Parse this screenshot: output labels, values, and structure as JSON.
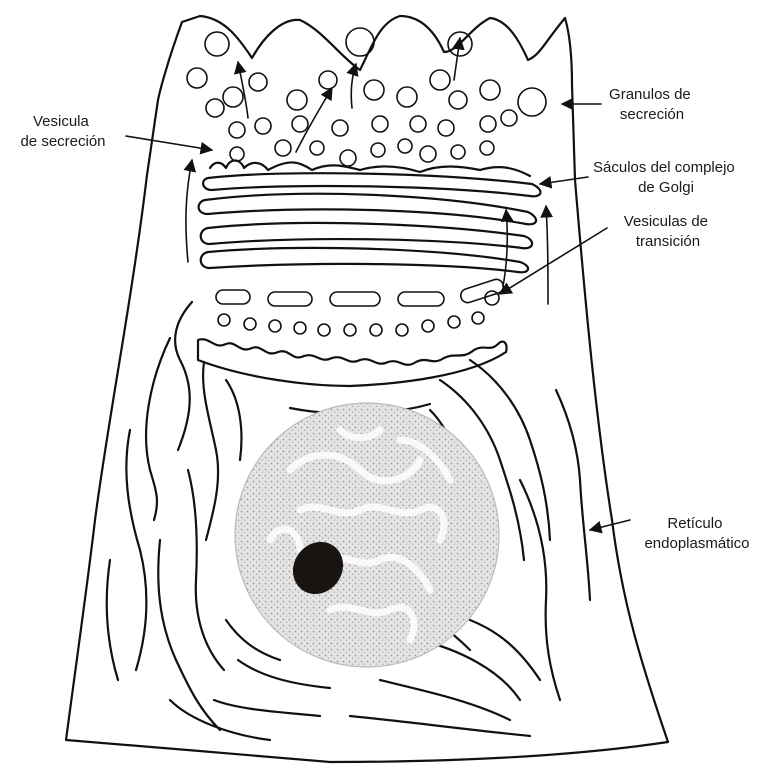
{
  "labels": {
    "granulos": [
      "Granulos de",
      "secreción"
    ],
    "vesicula": [
      "Vesicula",
      "de secreción"
    ],
    "saculos": [
      "Sáculos del complejo",
      "de Golgi"
    ],
    "transicion": [
      "Vesiculas de",
      "transición"
    ],
    "reticulo": [
      "Retículo",
      "endoplasmático"
    ]
  },
  "colors": {
    "ink": "#111111",
    "nucleus_fill": "#cfcfcf",
    "nucleolus": "#1a1410"
  }
}
